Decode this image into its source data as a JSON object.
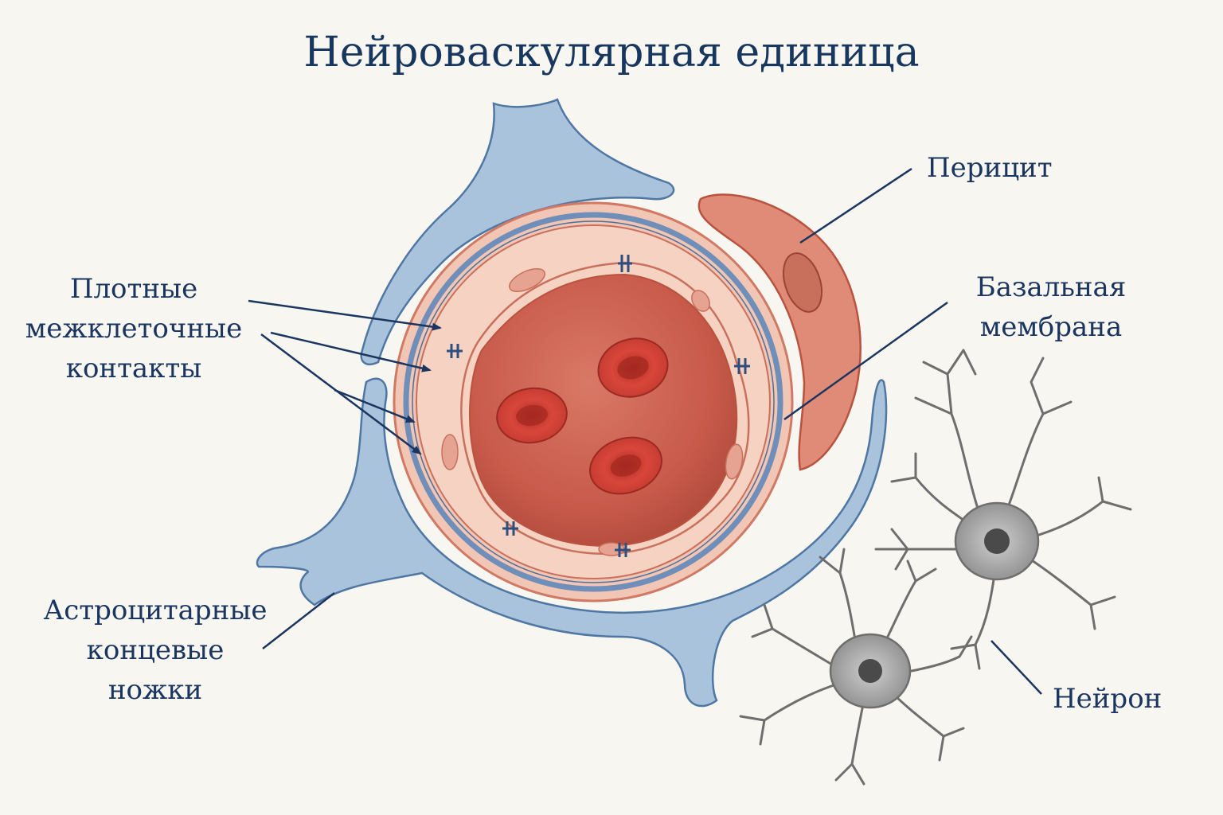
{
  "title": "Нейроваскулярная единица",
  "labels": {
    "tight_junctions": [
      "Плотные",
      "межклеточные",
      "контакты"
    ],
    "astrocyte_endfeet": [
      "Астроцитарные",
      "концевые",
      "ножки"
    ],
    "pericyte": [
      "Перицит"
    ],
    "basal_membrane": [
      "Базальная",
      "мембрана"
    ],
    "neuron": [
      "Нейрон"
    ]
  },
  "colors": {
    "title": "#17375e",
    "label": "#1a3560",
    "astrocyte": "#a9c3dc",
    "astrocyte_outline": "#4f77a3",
    "vessel_wall": "#f2c6b4",
    "endothelium": "#f6d2c2",
    "lumen": "#c85a4a",
    "pericyte": "#e08b77",
    "red_blood_cell": "#d2473c",
    "basal_membrane": "#6f8fba",
    "neuron": "#8c8c8c"
  }
}
